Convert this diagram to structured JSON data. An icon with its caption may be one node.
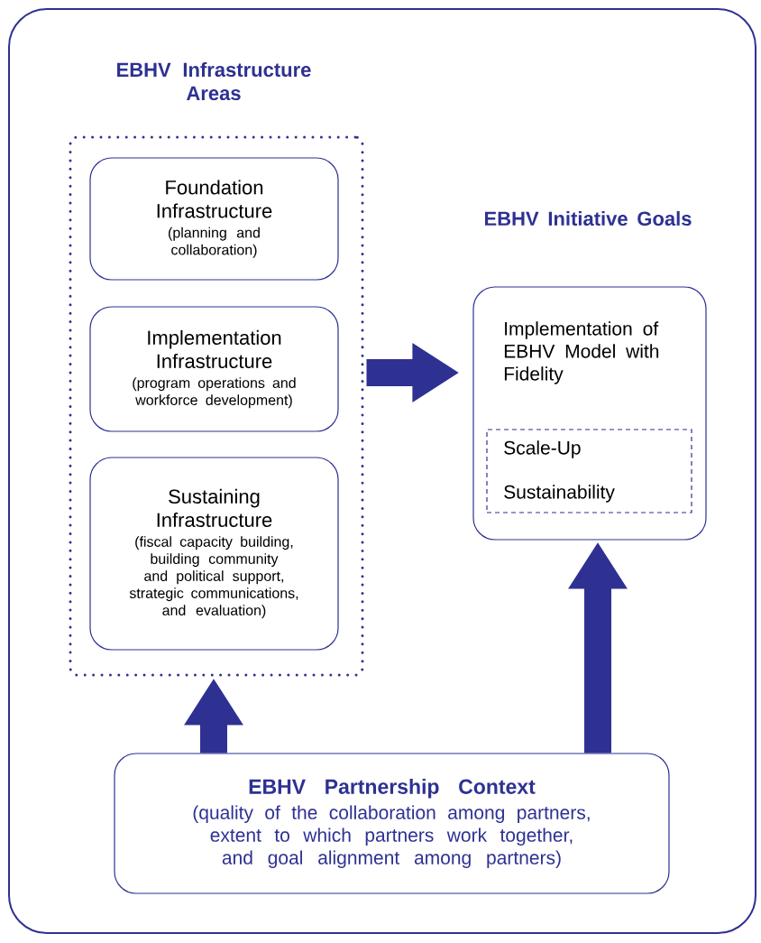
{
  "diagram": {
    "nodes": [
      {
        "text": [
          "EBHV Infrastructure Areas"
        ]
      },
      {
        "text": [
          "Foundation Infrastructure",
          "(planning and collaboration)"
        ],
        "in": 0
      },
      {
        "text": [
          "Implementation Infrastructure",
          "(program operations and workforce development)"
        ],
        "in": 0
      },
      {
        "text": [
          "Sustaining Infrastructure",
          "(fiscal capacity building, building community and political support, strategic communications, and evaluation)"
        ],
        "in": 0
      },
      {
        "text": [
          "EBHV Initiative Goals",
          "Implementation of EBHV Model with Fidelity"
        ]
      },
      {
        "text": [
          "Scale-Up",
          "Sustainability"
        ],
        "in": 4
      },
      {
        "text": [
          "EBHV Partnership Context",
          "(quality of the collaboration among partners, extent to which partners work together, and goal alignment among partners)"
        ]
      }
    ],
    "edges": [
      {
        "from": 0,
        "to": 4,
        "arrow": "to"
      },
      {
        "from": 6,
        "to": 0,
        "arrow": "to"
      },
      {
        "from": 6,
        "to": 4,
        "arrow": "to"
      }
    ]
  }
}
